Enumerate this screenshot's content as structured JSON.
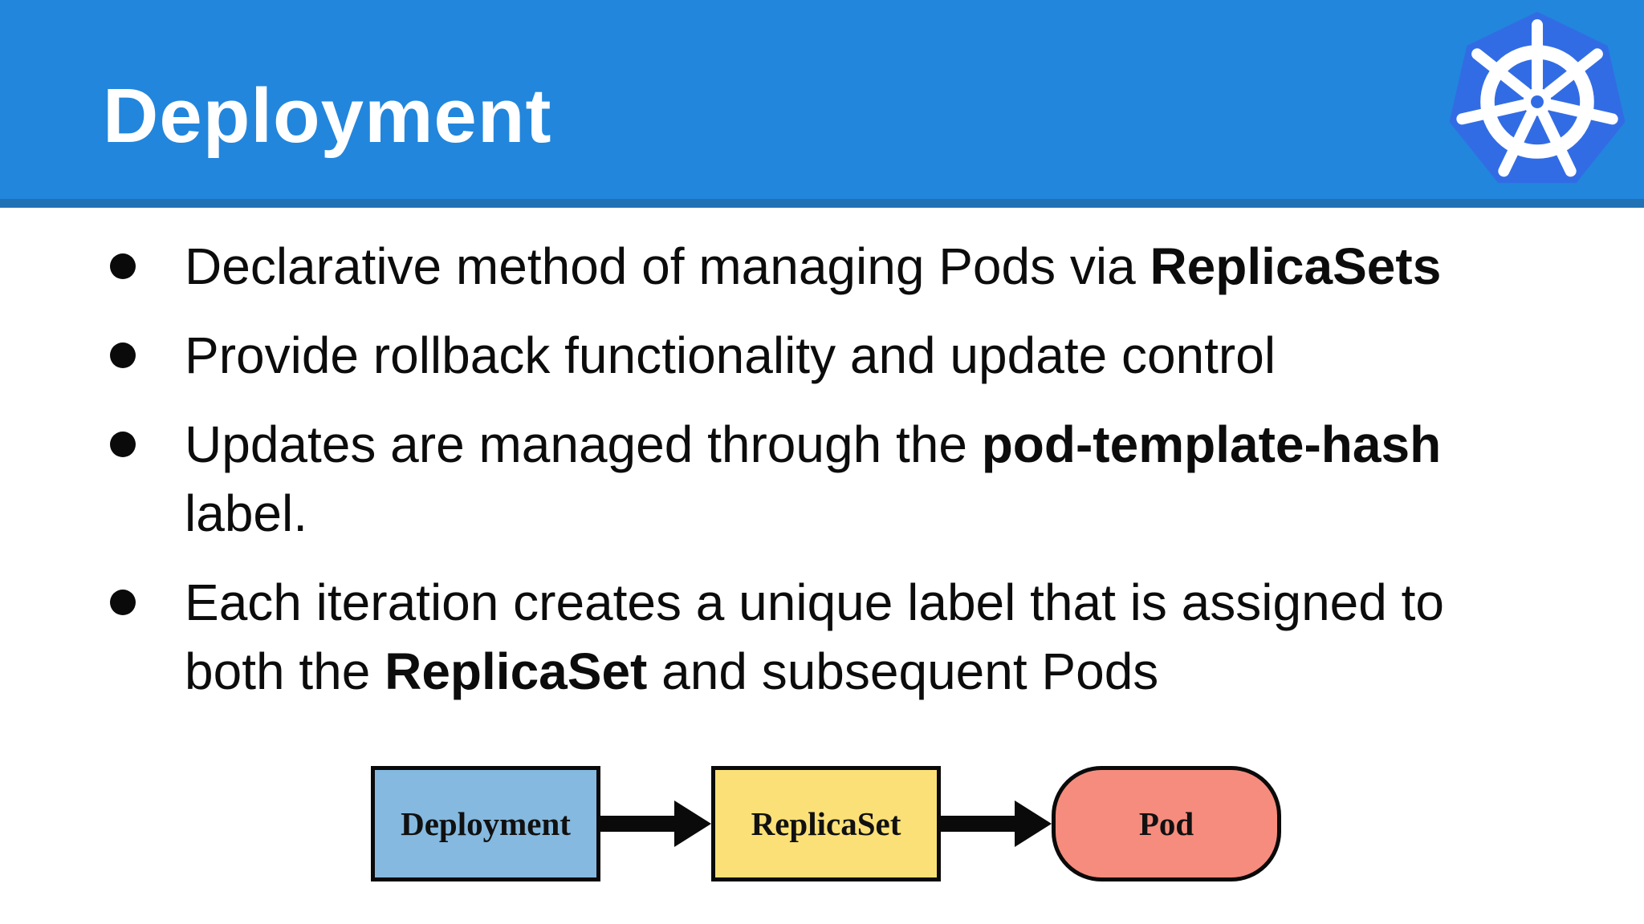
{
  "header": {
    "title": "Deployment",
    "background_color": "#2286dc",
    "stripe_color": "#2171b5",
    "logo": "kubernetes-logo",
    "logo_color": "#326ce5",
    "logo_wheel_color": "#ffffff"
  },
  "bullets": [
    {
      "pre": "Declarative method of managing Pods via ",
      "bold": "ReplicaSets",
      "post": ""
    },
    {
      "pre": "Provide rollback functionality and update control",
      "bold": "",
      "post": ""
    },
    {
      "pre": "Updates are managed through the ",
      "bold": "pod-template-hash",
      "post": " label."
    },
    {
      "pre": "Each iteration creates a unique label that is assigned to both the ",
      "bold": "ReplicaSet",
      "post": " and subsequent Pods"
    }
  ],
  "diagram": {
    "nodes": [
      {
        "label": "Deployment",
        "fill": "#85b9df",
        "shape": "rect"
      },
      {
        "label": "ReplicaSet",
        "fill": "#fae077",
        "shape": "rect"
      },
      {
        "label": "Pod",
        "fill": "#f68c7d",
        "shape": "rounded"
      }
    ],
    "arrow_color": "#0a0a0a"
  }
}
